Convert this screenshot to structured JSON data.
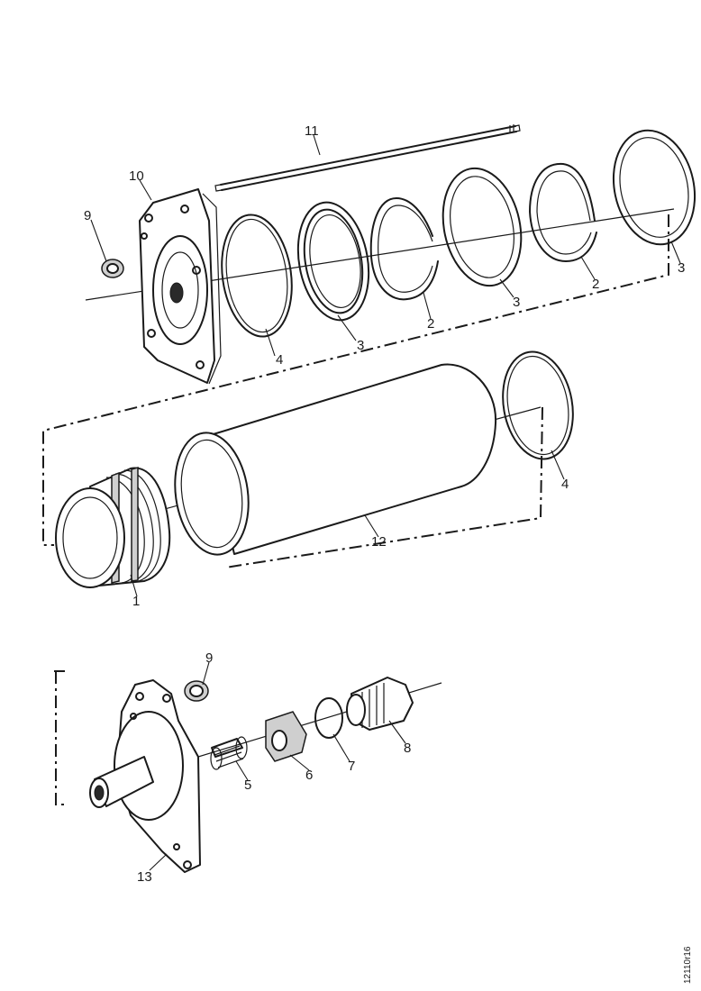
{
  "figure": {
    "reference_number": "12110r16",
    "callouts": {
      "c1": "1",
      "c2a": "2",
      "c2b": "2",
      "c3a": "3",
      "c3b": "3",
      "c3c": "3",
      "c4a": "4",
      "c4b": "4",
      "c5": "5",
      "c6": "6",
      "c7": "7",
      "c8": "8",
      "c9a": "9",
      "c9b": "9",
      "c10": "10",
      "c11": "11",
      "c12": "12",
      "c13": "13"
    }
  }
}
